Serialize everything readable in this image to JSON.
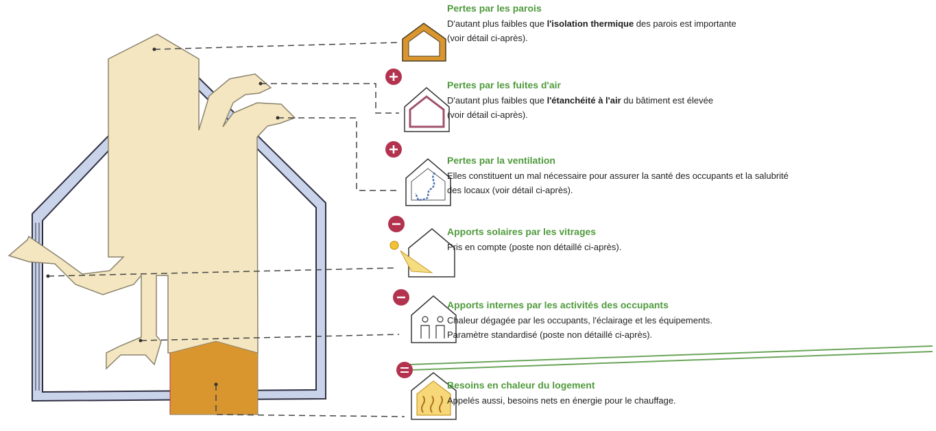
{
  "items": [
    {
      "id": "walls",
      "sign": "",
      "title": "Pertes par les parois",
      "pre": "D'autant plus faibles que ",
      "bold": "l'isolation thermique",
      "post": " des parois est importante",
      "line2": "(voir détail ci-après)."
    },
    {
      "id": "air-leaks",
      "sign": "+",
      "title": "Pertes par les fuites d'air",
      "pre": "D'autant plus faibles que ",
      "bold": "l'étanchéité à l'air",
      "post": " du bâtiment est élevée",
      "line2": "(voir détail ci-après)."
    },
    {
      "id": "ventilation",
      "sign": "+",
      "title": "Pertes par la ventilation",
      "pre": "Elles constituent un mal nécessaire pour assurer la santé des occupants et la salubrité",
      "bold": "",
      "post": "",
      "line2": "des locaux (voir détail ci-après)."
    },
    {
      "id": "solar",
      "sign": "−",
      "title": "Apports solaires par les vitrages",
      "pre": "Pris en compte (poste non détaillé ci-après).",
      "bold": "",
      "post": "",
      "line2": ""
    },
    {
      "id": "internal",
      "sign": "−",
      "title": "Apports internes par les activités des occupants",
      "pre": "Chaleur dégagée par les occupants, l'éclairage et les équipements.",
      "bold": "",
      "post": "",
      "line2": "Paramètre standardisé (poste non détaillé ci-après)."
    },
    {
      "id": "heating",
      "sign": "=",
      "title": "Besoins en chaleur du logement",
      "pre": "Appelés aussi, besoins nets en énergie pour le chauffage.",
      "bold": "",
      "post": "",
      "line2": ""
    }
  ],
  "colors": {
    "flow": "#f3e6c0",
    "flow_stroke": "#8a826d",
    "wall": "#c9d3ea",
    "wall_stroke": "#2e2e40",
    "heat": "#d9962f",
    "title_green": "#4f9a3c",
    "sign_red": "#b3334f",
    "rule_green": "#6aa55a"
  },
  "icons": [
    "house-outline-icon",
    "house-airtight-icon",
    "house-ventilation-icon",
    "house-solar-icon",
    "house-occupants-icon",
    "house-heating-icon"
  ]
}
